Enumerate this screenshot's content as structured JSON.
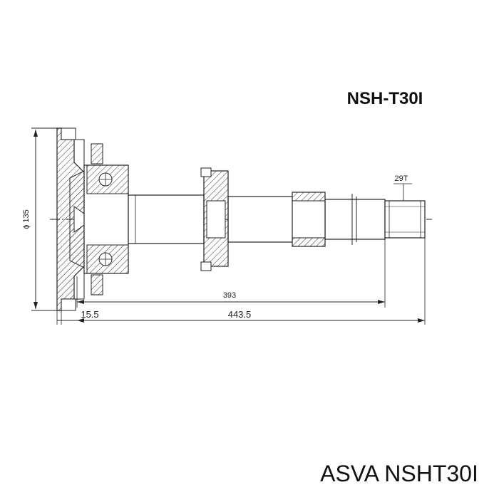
{
  "drawing": {
    "part_number": "NSH-T30I",
    "spline_label": "29T",
    "diameter_label": "ϕ 135",
    "dimensions": {
      "length_393": "393",
      "length_443_5": "443.5",
      "offset_15_5": "15.5"
    }
  },
  "footer": {
    "brand_text": "ASVA NSHT30I"
  }
}
